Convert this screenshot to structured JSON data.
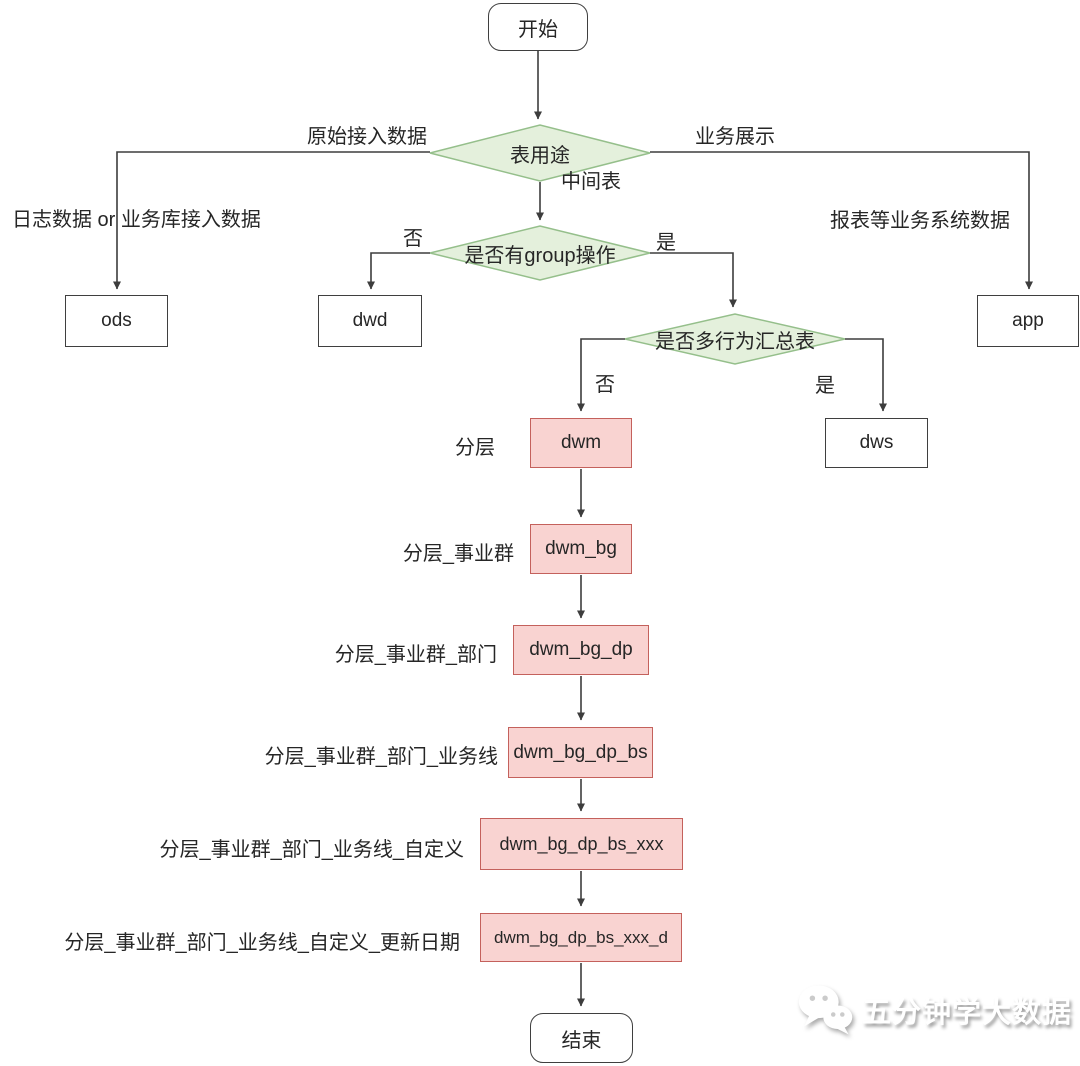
{
  "diagram": {
    "nodes": {
      "start": "开始",
      "ods": "ods",
      "dwd": "dwd",
      "app": "app",
      "dwm": "dwm",
      "dws": "dws",
      "dwm_bg": "dwm_bg",
      "dwm_bg_dp": "dwm_bg_dp",
      "dwm_bg_dp_bs": "dwm_bg_dp_bs",
      "dwm_bg_dp_bs_xxx": "dwm_bg_dp_bs_xxx",
      "dwm_bg_dp_bs_xxx_d": "dwm_bg_dp_bs_xxx_d",
      "end": "结束"
    },
    "decisions": {
      "table_usage": "表用途",
      "has_group": "是否有group操作",
      "multi_behavior": "是否多行为汇总表"
    },
    "edge_labels": {
      "raw_ingest": "原始接入数据",
      "biz_display": "业务展示",
      "middle_table": "中间表",
      "log_or_bizdb": "日志数据 or 业务库接入数据",
      "report_system": "报表等业务系统数据",
      "group_no": "否",
      "group_yes": "是",
      "multi_no": "否",
      "multi_yes": "是"
    },
    "row_labels": [
      "分层",
      "分层_事业群",
      "分层_事业群_部门",
      "分层_事业群_部门_业务线",
      "分层_事业群_部门_业务线_自定义",
      "分层_事业群_部门_业务线_自定义_更新日期"
    ],
    "watermark": {
      "text": "五分钟学大数据",
      "icon": "wechat-icon"
    },
    "colors": {
      "line": "#3d3d3d",
      "decision_fill": "#e4f0dc",
      "decision_stroke": "#95bf8b",
      "pink_fill": "#f9d3d1",
      "pink_stroke": "#c4615c",
      "node_stroke": "#3f3f3f",
      "text": "#262626"
    }
  }
}
